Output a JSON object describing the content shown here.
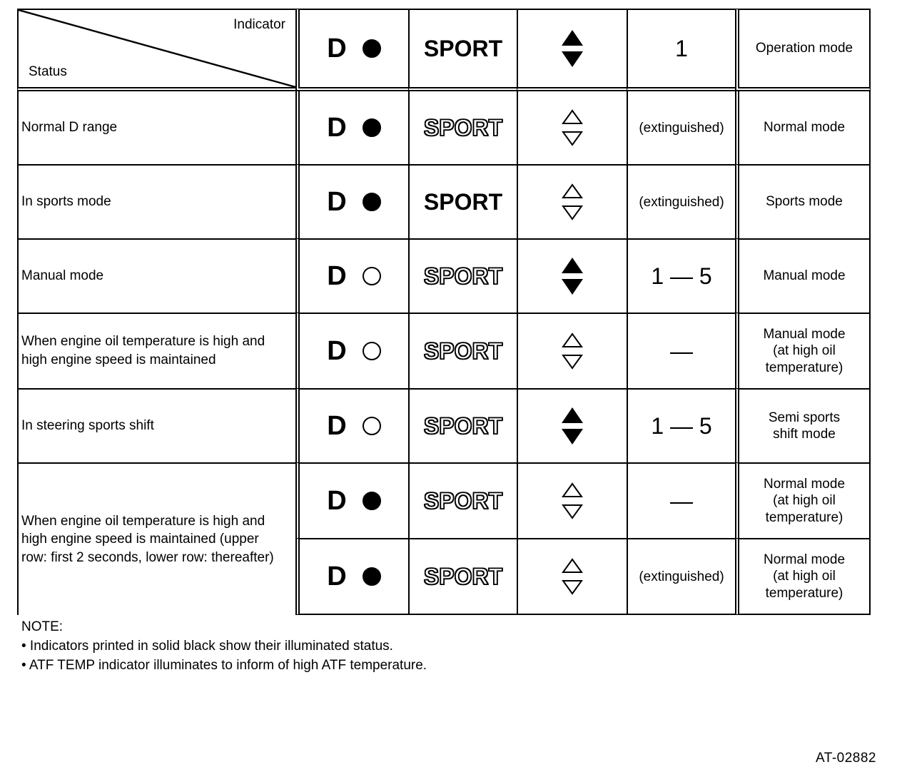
{
  "figure": {
    "id": "AT-02882"
  },
  "table": {
    "corner": {
      "indicator_label": "Indicator",
      "status_label": "Status"
    },
    "columns": [
      {
        "key": "status",
        "header": "Status"
      },
      {
        "key": "d_indicator",
        "header": "D"
      },
      {
        "key": "sport",
        "header": "SPORT"
      },
      {
        "key": "triangles",
        "header": "up-down-triangles"
      },
      {
        "key": "gear",
        "header": "1"
      },
      {
        "key": "operation_mode",
        "header": "Operation mode"
      }
    ],
    "header": {
      "d_letter": "D",
      "d_dot_state": "on",
      "sport_text": "SPORT",
      "sport_state": "on",
      "tri_up_state": "on",
      "tri_down_state": "on",
      "gear": "1",
      "operation_mode": "Operation mode"
    },
    "rows": [
      {
        "status": "Normal D range",
        "d_letter": "D",
        "d_dot_state": "on",
        "sport_text": "SPORT",
        "sport_state": "off",
        "tri_up_state": "off",
        "tri_down_state": "off",
        "gear": "(extinguished)",
        "gear_size": "small",
        "operation_mode": "Normal mode"
      },
      {
        "status": "In sports mode",
        "d_letter": "D",
        "d_dot_state": "on",
        "sport_text": "SPORT",
        "sport_state": "on",
        "tri_up_state": "off",
        "tri_down_state": "off",
        "gear": "(extinguished)",
        "gear_size": "small",
        "operation_mode": "Sports mode"
      },
      {
        "status": "Manual mode",
        "d_letter": "D",
        "d_dot_state": "off",
        "sport_text": "SPORT",
        "sport_state": "off",
        "tri_up_state": "on",
        "tri_down_state": "on",
        "gear": "1 — 5",
        "gear_size": "large",
        "operation_mode": "Manual mode"
      },
      {
        "status": "When engine oil temperature is high and high engine speed is maintained",
        "d_letter": "D",
        "d_dot_state": "off",
        "sport_text": "SPORT",
        "sport_state": "off",
        "tri_up_state": "off",
        "tri_down_state": "off",
        "gear": "—",
        "gear_size": "large",
        "operation_mode": "Manual mode\n(at high oil\ntemperature)"
      },
      {
        "status": "In steering sports shift",
        "d_letter": "D",
        "d_dot_state": "off",
        "sport_text": "SPORT",
        "sport_state": "off",
        "tri_up_state": "on",
        "tri_down_state": "on",
        "gear": "1 — 5",
        "gear_size": "large",
        "operation_mode": "Semi sports\nshift mode"
      },
      {
        "status": "When engine oil temperature is high and high engine speed is maintained (upper row: first 2 seconds, lower row: thereafter)",
        "status_rowspan": 2,
        "d_letter": "D",
        "d_dot_state": "on",
        "sport_text": "SPORT",
        "sport_state": "off",
        "tri_up_state": "off",
        "tri_down_state": "off",
        "gear": "—",
        "gear_size": "large",
        "operation_mode": "Normal mode\n(at high oil\ntemperature)"
      },
      {
        "status": "",
        "d_letter": "D",
        "d_dot_state": "on",
        "sport_text": "SPORT",
        "sport_state": "off",
        "tri_up_state": "off",
        "tri_down_state": "off",
        "gear": "(extinguished)",
        "gear_size": "small",
        "operation_mode": "Normal mode\n(at high oil\ntemperature)"
      }
    ]
  },
  "notes": {
    "title": "NOTE:",
    "items": [
      "• Indicators printed in solid black show their illuminated status.",
      "• ATF TEMP indicator illuminates to inform of high ATF temperature."
    ]
  }
}
